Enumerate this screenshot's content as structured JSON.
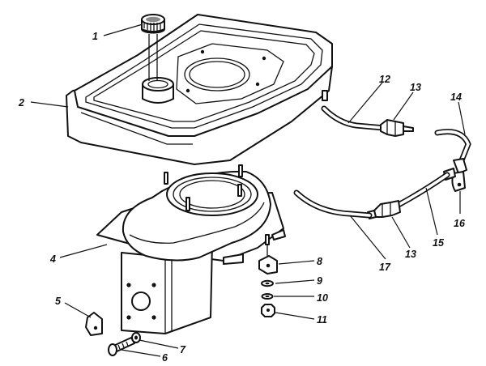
{
  "labels": {
    "l1": "1",
    "l2": "2",
    "l4": "4",
    "l5": "5",
    "l6": "6",
    "l7": "7",
    "l8": "8",
    "l9": "9",
    "l10": "10",
    "l11": "11",
    "l12": "12",
    "l13a": "13",
    "l13b": "13",
    "l14": "14",
    "l15": "15",
    "l16": "16",
    "l17": "17"
  }
}
